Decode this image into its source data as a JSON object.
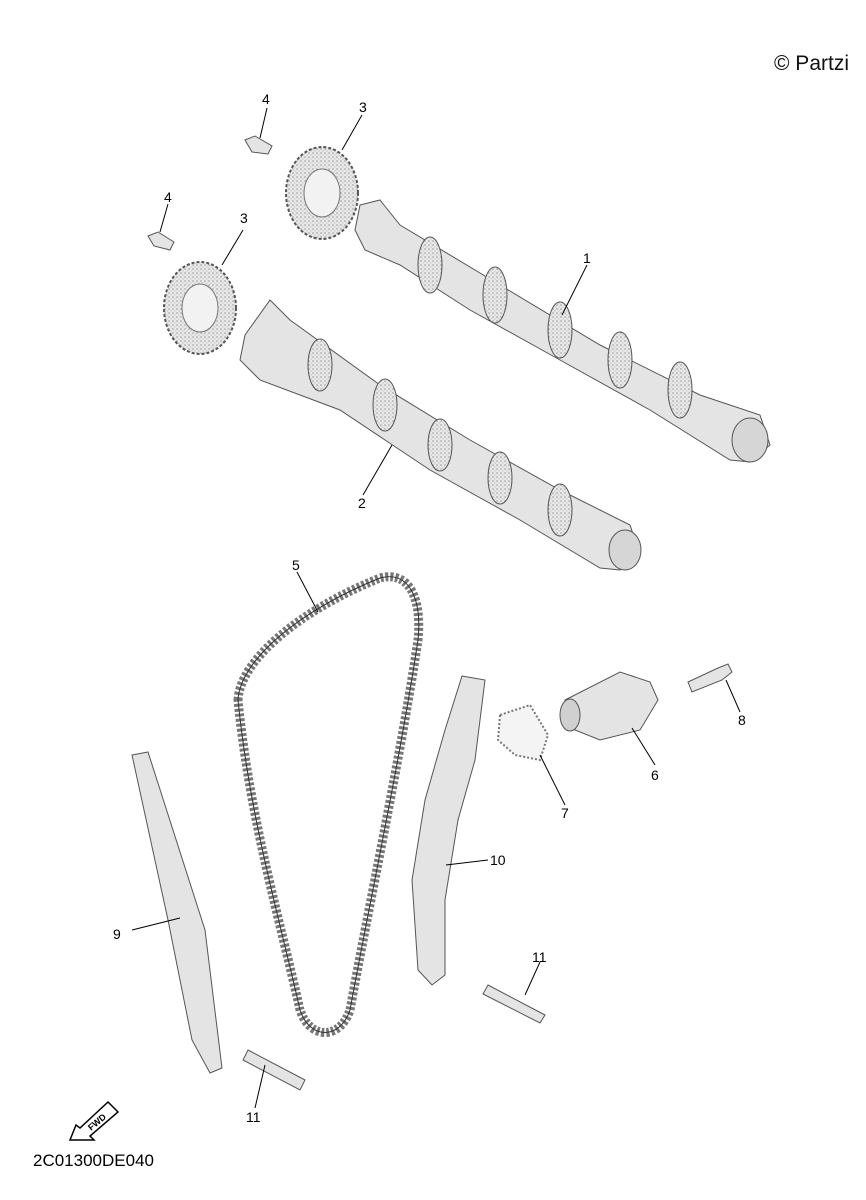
{
  "copyright": "© Partzi",
  "diagram_code": "2C01300DE040",
  "fwd_label": "FWD",
  "callouts": {
    "c1": "1",
    "c2": "2",
    "c3a": "3",
    "c3b": "3",
    "c4a": "4",
    "c4b": "4",
    "c5": "5",
    "c6": "6",
    "c7": "7",
    "c8": "8",
    "c9": "9",
    "c10": "10",
    "c11a": "11",
    "c11b": "11"
  }
}
